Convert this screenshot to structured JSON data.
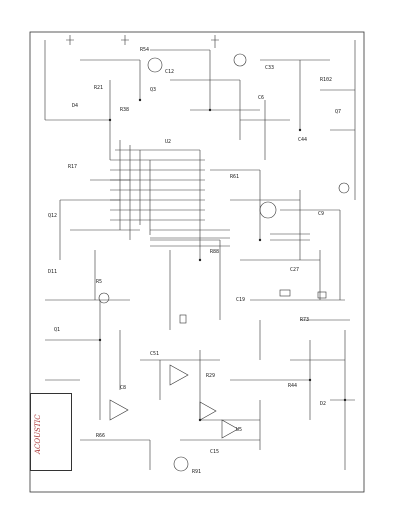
{
  "schematic": {
    "company_logo_text": "ACOUSTIC",
    "component_labels": [
      "R54",
      "C12",
      "Q3",
      "R21",
      "C33",
      "R102",
      "Q7",
      "C6",
      "R38",
      "D4",
      "C44",
      "R17",
      "U2",
      "R61",
      "C9",
      "Q12",
      "R88",
      "C27",
      "D11",
      "R5",
      "C19",
      "R73",
      "Q1",
      "C51",
      "R29",
      "C8",
      "R44",
      "D2",
      "U5",
      "R66",
      "C15",
      "R91"
    ],
    "title_block_rows": [
      "",
      "",
      "",
      "",
      ""
    ]
  },
  "colors": {
    "ink": "#222222",
    "logo": "#aa3333",
    "paper": "#ffffff"
  }
}
